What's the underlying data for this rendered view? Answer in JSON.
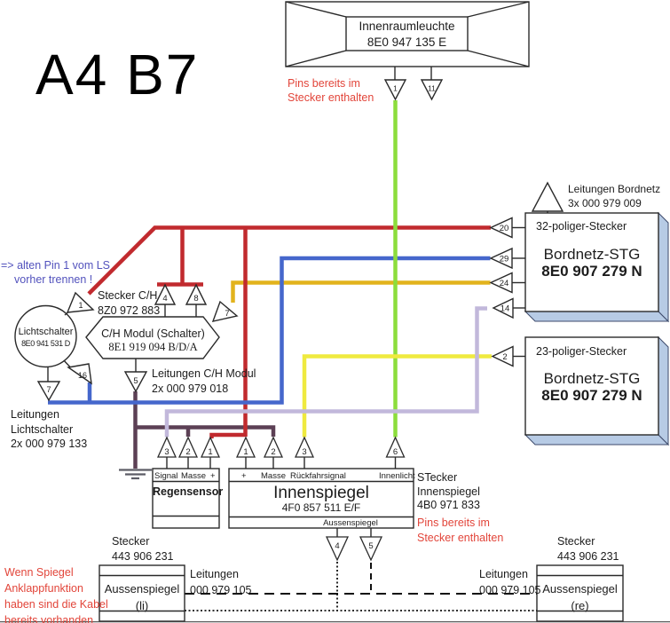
{
  "diagram": {
    "title": "A4 B7",
    "colors": {
      "red": "#c12a2e",
      "blue": "#4567cc",
      "gold": "#e2b31d",
      "yellow": "#efea3f",
      "green": "#8cdd3c",
      "lavender": "#c2b8db",
      "maroon": "#5c4055",
      "bevel": "#b7cbe5"
    },
    "innenraumleuchte": {
      "label": "Innenraumleuchte",
      "part": "8E0 947 135 E",
      "pin1": "1",
      "pin11": "11"
    },
    "note_pins_top": {
      "line1": "Pins bereits im",
      "line2": "Stecker enthalten"
    },
    "leitungen_bordnetz": {
      "line1": "Leitungen Bordnetz",
      "line2": "3x 000 979 009"
    },
    "stg32": {
      "connector": "32-poliger-Stecker",
      "label": "Bordnetz-STG",
      "part": "8E0 907 279 N",
      "pin20": "20",
      "pin29": "29",
      "pin24": "24",
      "pin14": "14"
    },
    "stg23": {
      "connector": "23-poliger-Stecker",
      "label": "Bordnetz-STG",
      "part": "8E0 907 279 N",
      "pin2": "2"
    },
    "note_ls": {
      "line1": "=> alten Pin 1 vom LS",
      "line2": "vorher trennen !"
    },
    "lichtschalter": {
      "label": "Lichtschalter",
      "part": "8E0 941 531 D",
      "pin1": "1",
      "pin16": "16",
      "pin7": "7"
    },
    "stecker_ch": {
      "line1": "Stecker C/H",
      "line2": "8Z0 972 883"
    },
    "ch_modul": {
      "label": "C/H Modul (Schalter)",
      "part": "8E1 919 094 B/D/A",
      "pin4": "4",
      "pin8": "8",
      "pin7": "7",
      "pin5": "5"
    },
    "leitungen_ch": {
      "line1": "Leitungen C/H Modul",
      "line2": "2x 000 979 018"
    },
    "leitungen_ls": {
      "line1": "Leitungen",
      "line2": "Lichtschalter",
      "line3": "2x 000 979 133"
    },
    "regensensor": {
      "label": "Regensensor",
      "col1": "Signal",
      "col2": "Masse",
      "col3": "+",
      "pin3": "3",
      "pin2": "2",
      "pin1": "1"
    },
    "innenspiegel": {
      "label": "Innenspiegel",
      "part": "4F0 857 511 E/F",
      "col1": "+",
      "col2": "Masse",
      "col3": "Rückfahrsignal",
      "col4": "Innenlicht",
      "pin1": "1",
      "pin2": "2",
      "pin3": "3",
      "pin6": "6",
      "bottom_label": "Aussenspiegel",
      "pin4": "4",
      "pin5": "5"
    },
    "stecker_innenspiegel": {
      "line1": "STecker",
      "line2": "Innenspiegel",
      "line3": "4B0 971 833"
    },
    "note_pins_mirror": {
      "line1": "Pins bereits im",
      "line2": "Stecker enthalten"
    },
    "note_mirror": {
      "line1": "Wenn Spiegel",
      "line2": "Anklappfunktion",
      "line3": "haben sind die Kabel",
      "line4": "bereits vorhanden"
    },
    "stecker_links": {
      "line1": "Stecker",
      "line2": "443 906 231"
    },
    "stecker_rechts": {
      "line1": "Stecker",
      "line2": "443 906 231"
    },
    "leitungen_links": {
      "line1": "Leitungen",
      "line2": "000 979 105"
    },
    "leitungen_rechts": {
      "line1": "Leitungen",
      "line2": "000 979 105"
    },
    "spiegel_li": {
      "label": "Aussenspiegel",
      "side": "(li)"
    },
    "spiegel_re": {
      "label": "Aussenspiegel",
      "side": "(re)"
    }
  }
}
